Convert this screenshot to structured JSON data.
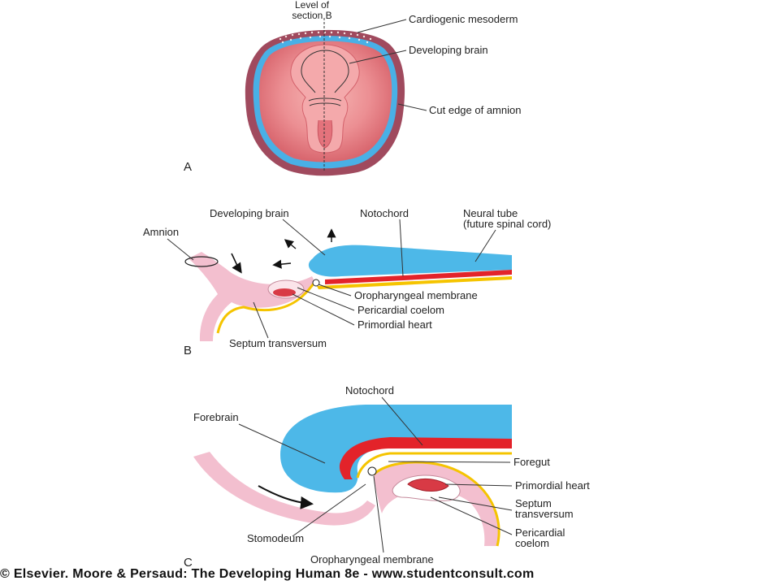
{
  "figure": {
    "panel_a": {
      "letter": "A",
      "labels": {
        "level_line1": "Level of",
        "level_line2": "section B",
        "cardiogenic": "Cardiogenic mesoderm",
        "brain": "Developing brain",
        "amnion_edge": "Cut edge of amnion"
      }
    },
    "panel_b": {
      "letter": "B",
      "labels": {
        "brain": "Developing brain",
        "notochord": "Notochord",
        "neural_tube_line1": "Neural tube",
        "neural_tube_line2": "(future spinal cord)",
        "amnion": "Amnion",
        "oropharyngeal": "Oropharyngeal membrane",
        "pericardial": "Pericardial coelom",
        "heart": "Primordial heart",
        "septum": "Septum transversum"
      }
    },
    "panel_c": {
      "letter": "C",
      "labels": {
        "notochord": "Notochord",
        "forebrain": "Forebrain",
        "foregut": "Foregut",
        "heart": "Primordial heart",
        "septum_line1": "Septum",
        "septum_line2": "transversum",
        "pericardial_line1": "Pericardial",
        "pericardial_line2": "coelom",
        "stomodeum": "Stomodeum",
        "oropharyngeal": "Oropharyngeal membrane"
      }
    }
  },
  "footer": {
    "copyright": "© Elsevier. Moore & Persaud: The Developing Human 8e - www.studentconsult.com"
  },
  "colors": {
    "neural_blue": "#4db8e8",
    "notochord_red": "#e3232a",
    "endoderm_yellow": "#f5c400",
    "mesoderm_pink": "#f3bfcf",
    "embryo_pink": "#e97f88",
    "amnion_maroon": "#8a3a4e"
  }
}
